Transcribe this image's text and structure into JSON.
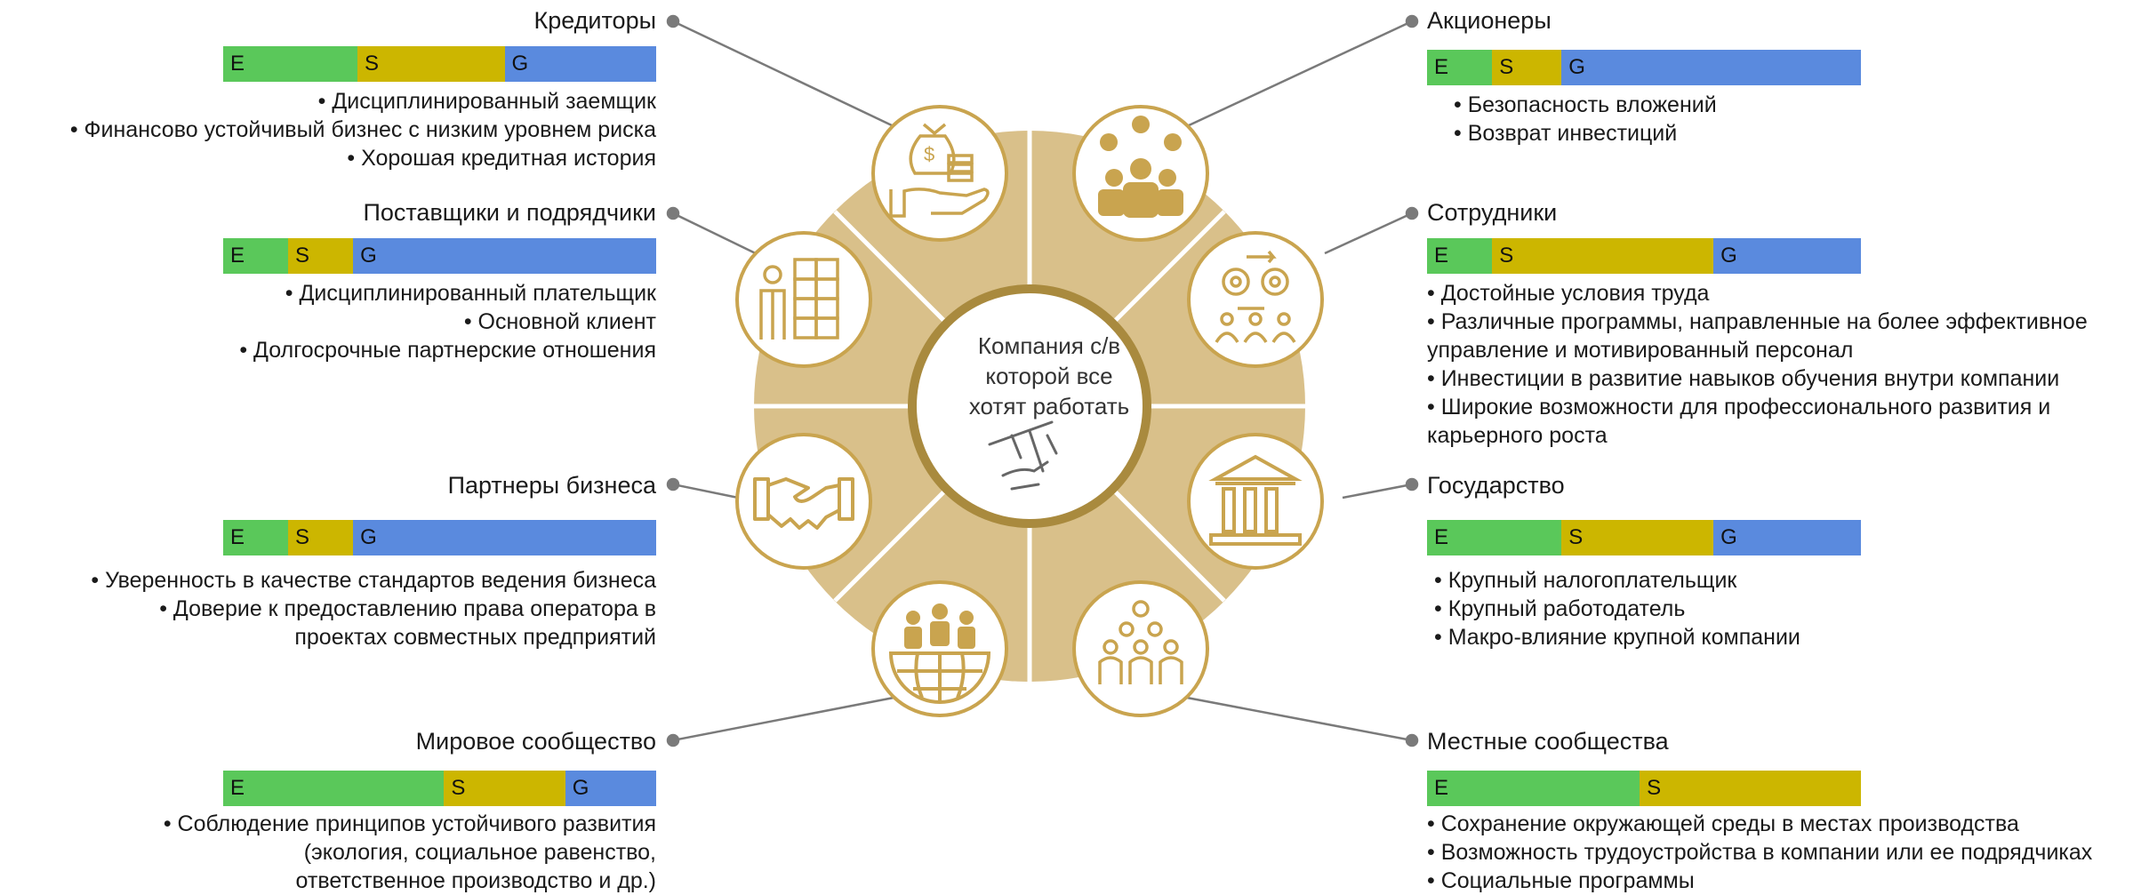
{
  "center": {
    "lines": [
      "Компания с/в",
      "которой все",
      "хотят работать"
    ],
    "icon": "welder-icon"
  },
  "colors": {
    "wheel": "#d9c08a",
    "ring": "#a98a3e",
    "icon_stroke": "#c9a44f",
    "E": "#5ac85a",
    "S": "#ccb600",
    "G": "#5a8ade",
    "connector": "#7a7a7a"
  },
  "stakeholders": [
    {
      "id": "creditors",
      "side": "left",
      "title": "Кредиторы",
      "icon": "money-bag-hand-icon",
      "esg": {
        "E": 0.31,
        "S": 0.34,
        "G": 0.35
      },
      "bullets": [
        "• Дисциплинированный заемщик",
        "• Финансово устойчивый бизнес с низким уровнем риска",
        "• Хорошая кредитная история"
      ]
    },
    {
      "id": "suppliers",
      "side": "left",
      "title": "Поставщики и подрядчики",
      "icon": "warehouse-worker-icon",
      "esg": {
        "E": 0.15,
        "S": 0.15,
        "G": 0.7
      },
      "bullets": [
        "• Дисциплинированный плательщик",
        "• Основной клиент",
        "• Долгосрочные партнерские отношения"
      ]
    },
    {
      "id": "partners",
      "side": "left",
      "title": "Партнеры бизнеса",
      "icon": "handshake-icon",
      "esg": {
        "E": 0.15,
        "S": 0.15,
        "G": 0.7
      },
      "bullets": [
        "• Уверенность в качестве стандартов ведения бизнеса",
        "• Доверие к предоставлению права оператора в",
        "проектах совместных предприятий"
      ]
    },
    {
      "id": "world",
      "side": "left",
      "title": "Мировое сообщество",
      "icon": "globe-people-icon",
      "esg": {
        "E": 0.51,
        "S": 0.28,
        "G": 0.21
      },
      "bullets": [
        "• Соблюдение принципов устойчивого развития",
        "(экология, социальное равенство,",
        "ответственное производство и др.)"
      ]
    },
    {
      "id": "shareholders",
      "side": "right",
      "title": "Акционеры",
      "icon": "investors-icon",
      "esg": {
        "E": 0.15,
        "S": 0.16,
        "G": 0.69
      },
      "bullets": [
        "• Безопасность вложений",
        "• Возврат инвестиций"
      ]
    },
    {
      "id": "employees",
      "side": "right",
      "title": "Сотрудники",
      "icon": "gears-team-icon",
      "esg": {
        "E": 0.15,
        "S": 0.51,
        "G": 0.34
      },
      "bullets": [
        "• Достойные условия труда",
        "• Различные программы, направленные на более эффективное",
        "управление и мотивированный персонал",
        "• Инвестиции в развитие навыков обучения внутри компании",
        "• Широкие возможности для профессионального развития и",
        "карьерного роста"
      ]
    },
    {
      "id": "state",
      "side": "right",
      "title": "Государство",
      "icon": "government-building-icon",
      "esg": {
        "E": 0.31,
        "S": 0.35,
        "G": 0.34
      },
      "bullets": [
        "• Крупный налогоплательщик",
        "• Крупный работодатель",
        "• Макро-влияние крупной компании"
      ]
    },
    {
      "id": "local",
      "side": "right",
      "title": "Местные сообщества",
      "icon": "crowd-icon",
      "esg": {
        "E": 0.49,
        "S": 0.51,
        "G": 0
      },
      "bullets": [
        "• Сохранение окружающей среды в местах производства",
        "• Возможность трудоустройства в компании или ее подрядчиках",
        "• Социальные программы"
      ]
    }
  ]
}
